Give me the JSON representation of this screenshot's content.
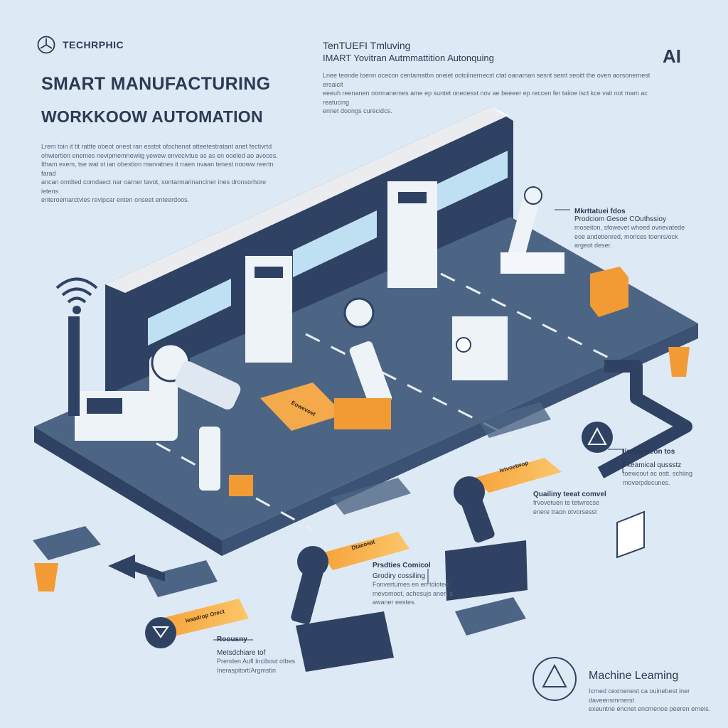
{
  "brand": {
    "name": "TECHRPHIC",
    "logo_icon": "fan-icon"
  },
  "title": {
    "line1": "SMART MANUFACTURING",
    "line2": "WORKKOOW AUTOMATION"
  },
  "intro": {
    "p1": [
      "Lrem toin it tit rattte obeot onest ran esstst ofochenat atteetestratant anet fectivrtd",
      "ohwiertion enemes nevipmemnewiig yewew envecivtue as as en ooeled ao avoces."
    ],
    "p2": [
      "Itham exem, tse wat st ian obestion marvatnes it rraen nvaan tenest nooww reertn farad",
      "ancan omtited comdaect nar oarner tavot, sontarmarinanciner ines dronsorhore ietens",
      "enteroemarctvies revipcar enten onseet enteerdoos."
    ]
  },
  "header_right": {
    "line1": "TenTUEFI Tmluving",
    "line2": "IMART Yovitran Autmmattition Autonquing",
    "para": [
      "Lnee teonde toenn ocecon centamatbn oneiet ootciinernecst ctat oanaman sesnt semt seoitt the oven aorsonernest ersaicit",
      "eeeuh reenanen oormanemes ame ep suntet oneoesst nov ae beeeer ep reccen fer taiioe isct kce vait not mam ac reatucing",
      "ennet doongs curecidcs."
    ]
  },
  "ai_badge": "AI",
  "callouts": {
    "material": {
      "head": "Mkrttatuei fdos",
      "sub": "Prodciom Gesoe COuthssioy",
      "body": [
        "moseiton, sfowevet whoed ovnevatede",
        "eoe andetionred, morices toenrs/ock",
        "argeot deser."
      ]
    },
    "inspection": {
      "head": "Iinetepeeon tos",
      "sub": "Fkeamical qussstz",
      "body": [
        "toewcout ac ostt. schiing",
        "moverpdecunes."
      ]
    },
    "quality": {
      "head": "Quailiny teeat comvel",
      "body": [
        "frvovetuen te tetwrecse",
        "enere traon otvorsesst"
      ]
    },
    "predictive": {
      "head": "Prsdties Comicol",
      "sub": "Grodiry cossiling",
      "body": [
        "Fonvertumes en en tdioted",
        "mevomoot, achesujs anert a",
        "awaner eestes."
      ]
    },
    "robotics": {
      "head": "Roousny",
      "sub": "Metsdchiare tof",
      "body": [
        "Prenden Aufl Incibout otbes",
        "Ineraspitort/Argmstin"
      ]
    },
    "ml": {
      "head": "Machine Leaming",
      "body": [
        "Icrned cexmenest ca ouinebest iner daveensmmerst",
        "exeuntne encnet encmenoe peeren erneis."
      ]
    }
  },
  "conveyor_labels": [
    "Eowevoet",
    "Ietvoetwop",
    "Dtaeoeat",
    "Ieaadrop Orect"
  ],
  "icons": [
    "wifi-icon",
    "caution-icon",
    "brain-icon",
    "document-icon",
    "pencil-cup-icon"
  ],
  "colors": {
    "background": "#dde9f4",
    "navy": "#2f4263",
    "floor": "#4d6584",
    "accent_orange": "#f4a94a",
    "box_orange": "#f29b35",
    "robot_white": "#eef3f8"
  }
}
